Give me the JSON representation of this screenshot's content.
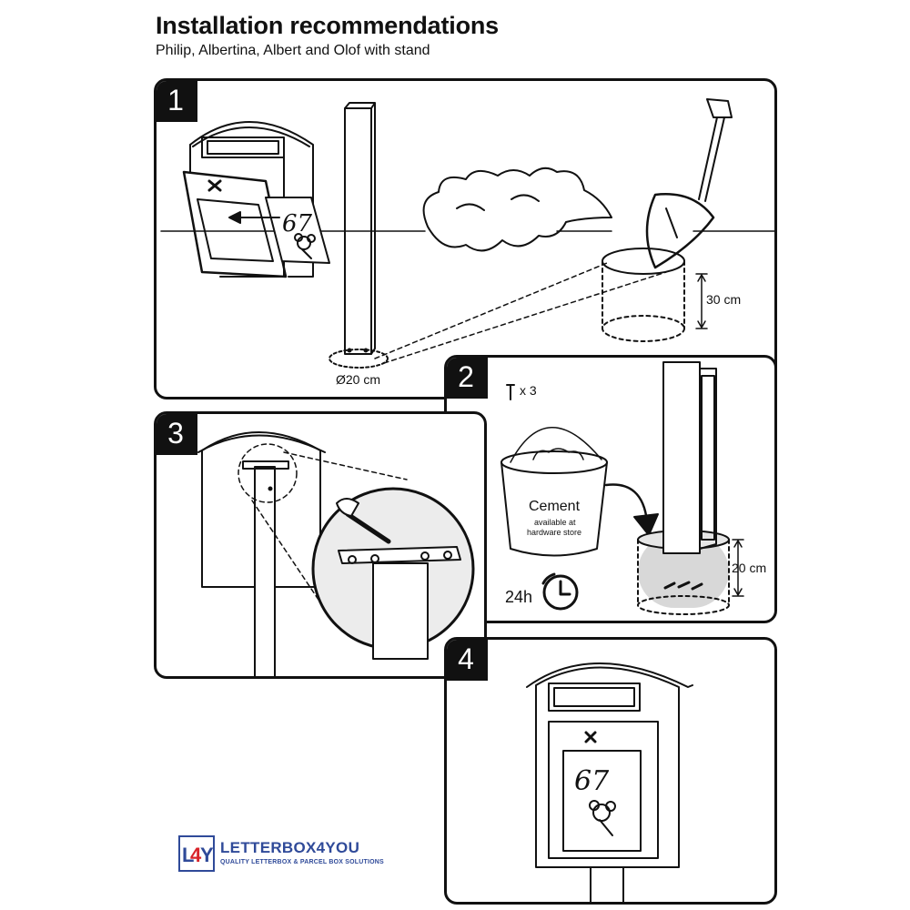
{
  "header": {
    "title": "Installation recommendations",
    "subtitle": "Philip, Albertina, Albert and Olof with stand"
  },
  "steps": [
    {
      "number": "1",
      "labels": {
        "diameter": "Ø20 cm",
        "depth": "30 cm"
      }
    },
    {
      "number": "2",
      "labels": {
        "screws": "x 3",
        "cement": "Cement",
        "cement_note_line1": "available at",
        "cement_note_line2": "hardware store",
        "time": "24h",
        "depth": "20 cm"
      }
    },
    {
      "number": "3"
    },
    {
      "number": "4",
      "labels": {
        "house_number": "67"
      }
    }
  ],
  "logo": {
    "mark_text": "L4Y",
    "name": "LETTERBOX4YOU",
    "tagline": "QUALITY LETTERBOX & PARCEL BOX SOLUTIONS",
    "colors": {
      "blue": "#2f4a99",
      "red": "#d8232a"
    }
  },
  "icons": {
    "step1": [
      "letterbox-icon",
      "post-icon",
      "bush-icon",
      "shovel-icon",
      "hole-icon"
    ],
    "step2": [
      "screw-icon",
      "bucket-icon",
      "clock-icon",
      "post-in-cement-icon"
    ],
    "step3": [
      "bracket-icon",
      "magnifier-icon"
    ],
    "step4": [
      "finished-letterbox-icon"
    ]
  }
}
